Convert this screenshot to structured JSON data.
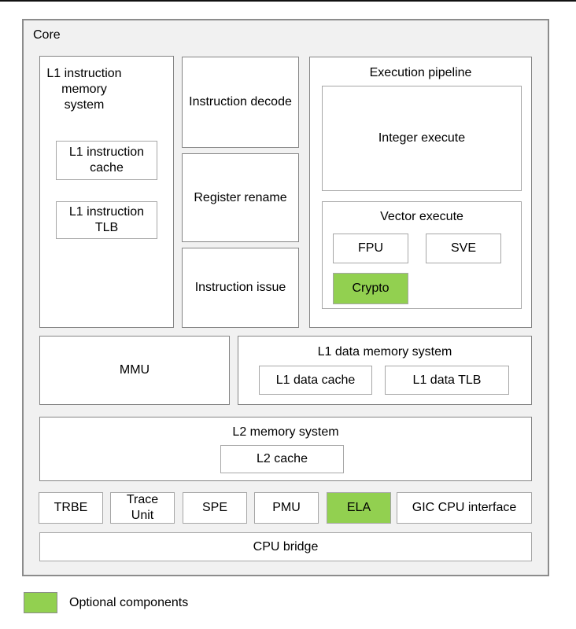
{
  "colors": {
    "optional_green": "#92d050",
    "core_fill": "#f1f1f1",
    "border_gray": "#858585"
  },
  "core": {
    "label": "Core",
    "l1_instruction_memory_system": {
      "title": "L1 instruction memory system",
      "l1_instruction_cache": "L1 instruction cache",
      "l1_instruction_tlb": "L1 instruction TLB"
    },
    "instruction_decode": "Instruction decode",
    "register_rename": "Register rename",
    "instruction_issue": "Instruction issue",
    "execution_pipeline": {
      "title": "Execution pipeline",
      "integer_execute": "Integer execute",
      "vector_execute": {
        "title": "Vector execute",
        "fpu": "FPU",
        "sve": "SVE",
        "crypto": "Crypto"
      }
    },
    "mmu": "MMU",
    "l1_data_memory_system": {
      "title": "L1 data memory system",
      "l1_data_cache": "L1 data cache",
      "l1_data_tlb": "L1 data TLB"
    },
    "l2_memory_system": {
      "title": "L2 memory system",
      "l2_cache": "L2 cache"
    },
    "peripherals": [
      {
        "label": "TRBE",
        "optional": false
      },
      {
        "label": "Trace Unit",
        "optional": false
      },
      {
        "label": "SPE",
        "optional": false
      },
      {
        "label": "PMU",
        "optional": false
      },
      {
        "label": "ELA",
        "optional": true
      },
      {
        "label": "GIC CPU interface",
        "optional": false
      }
    ],
    "cpu_bridge": "CPU bridge"
  },
  "legend": {
    "label": "Optional components"
  }
}
